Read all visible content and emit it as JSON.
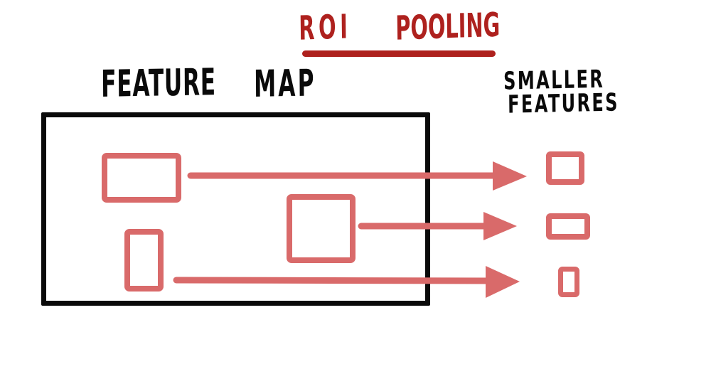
{
  "title": {
    "word1": "ROI",
    "word2": "POOLING",
    "full_text": "ROI POOLING",
    "color": "#AE211E",
    "underlined": true
  },
  "labels": {
    "feature_map": {
      "word1": "FEATURE",
      "word2": "MAP",
      "color": "#0A0A0A"
    },
    "smaller_features": {
      "line1": "SMALLER",
      "line2": "FEATURES",
      "color": "#0A0A0A"
    }
  },
  "palette": {
    "background": "#FFFFFF",
    "ink_black": "#0A0A0A",
    "roi_red": "#D96A6A",
    "title_red": "#AE211E"
  },
  "diagram": {
    "feature_map_box": {
      "label": "FEATURE MAP",
      "border_color": "#0A0A0A"
    },
    "roi_boxes": [
      {
        "id": 1,
        "shape": "wide-rectangle"
      },
      {
        "id": 2,
        "shape": "tall-rectangle"
      },
      {
        "id": 3,
        "shape": "square"
      }
    ],
    "arrows": [
      {
        "id": 1,
        "direction": "right",
        "color": "#D96A6A"
      },
      {
        "id": 2,
        "direction": "right",
        "color": "#D96A6A"
      },
      {
        "id": 3,
        "direction": "right",
        "color": "#D96A6A"
      }
    ],
    "pooled_boxes": [
      {
        "id": 1,
        "shape": "small-square"
      },
      {
        "id": 2,
        "shape": "small-wide-rectangle"
      },
      {
        "id": 3,
        "shape": "small-tall-rectangle"
      }
    ]
  }
}
